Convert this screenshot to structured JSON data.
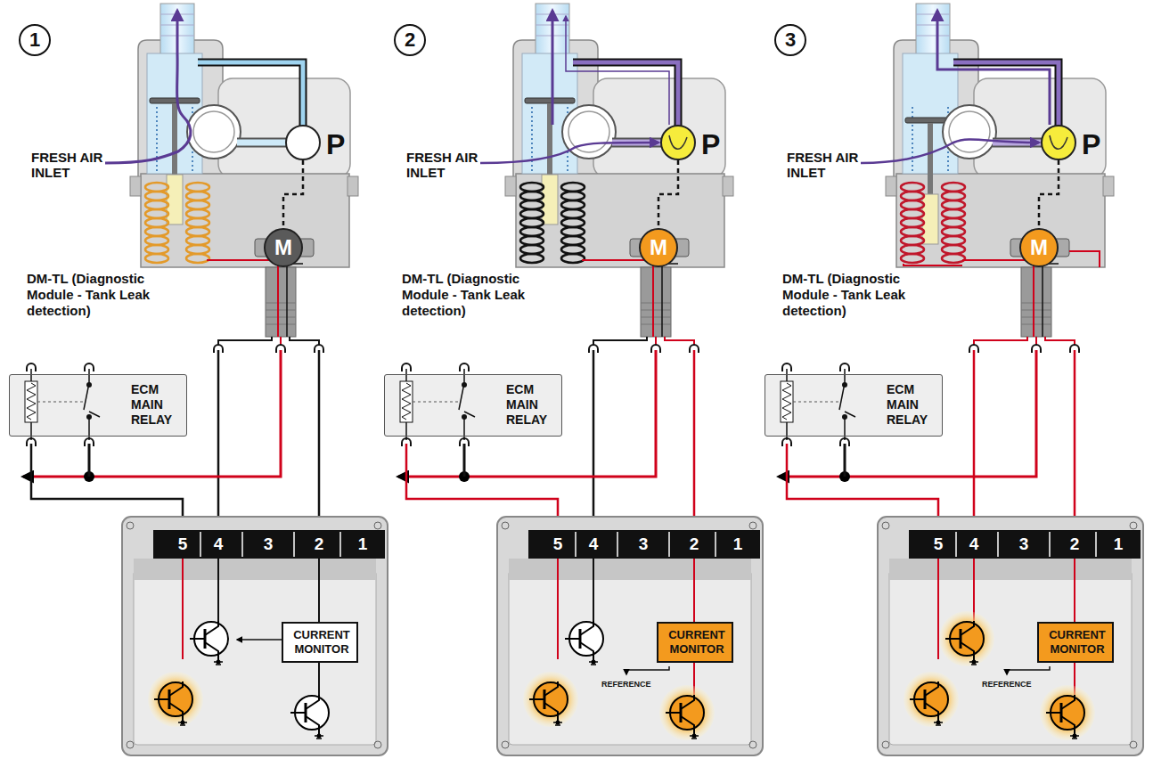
{
  "diagram": {
    "nodes": [
      {
        "text": [
          "DM-TL (Diagnostic Module - Tank Leak detection)"
        ]
      },
      {
        "text": [
          "P"
        ],
        "in": 0
      },
      {
        "text": [
          "M"
        ],
        "in": 0
      },
      {
        "text": [
          "ECM MAIN RELAY"
        ]
      },
      {
        "text": [
          "CURRENT MONITOR"
        ]
      },
      {
        "text": [
          "DM-TL (Diagnostic Module - Tank Leak detection)"
        ]
      },
      {
        "text": [
          "P"
        ],
        "in": 5
      },
      {
        "text": [
          "M"
        ],
        "in": 5
      },
      {
        "text": [
          "ECM MAIN RELAY"
        ]
      },
      {
        "text": [
          "CURRENT MONITOR"
        ]
      },
      {
        "text": [
          "DM-TL (Diagnostic Module - Tank Leak detection)"
        ]
      },
      {
        "text": [
          "P"
        ],
        "in": 10
      },
      {
        "text": [
          "M"
        ],
        "in": 10
      },
      {
        "text": [
          "ECM MAIN RELAY"
        ]
      },
      {
        "text": [
          "CURRENT MONITOR"
        ]
      }
    ],
    "edges": [
      {
        "from": 1,
        "to": 2,
        "arrow": "none"
      },
      {
        "from": 6,
        "to": 7,
        "arrow": "none"
      },
      {
        "from": 11,
        "to": 12,
        "arrow": "none"
      }
    ],
    "labels": [
      "1",
      "FRESH AIR INLET",
      "5",
      "4",
      "3",
      "2",
      "1",
      "2",
      "FRESH AIR INLET",
      "5",
      "4",
      "3",
      "2",
      "1",
      "REFERENCE",
      "3",
      "FRESH AIR INLET",
      "5",
      "4",
      "3",
      "2",
      "1",
      "REFERENCE"
    ]
  }
}
